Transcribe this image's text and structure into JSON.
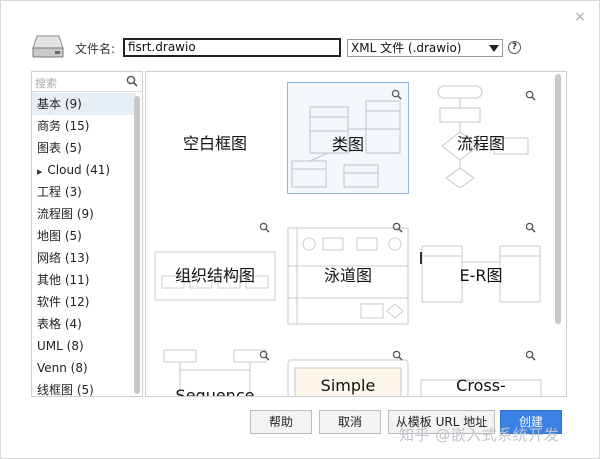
{
  "dialog": {
    "close_glyph": "×",
    "filename_label": "文件名:",
    "filename_value": "fisrt.drawio",
    "format_value": "XML 文件 (.drawio)",
    "help_glyph": "?"
  },
  "sidebar": {
    "search_placeholder": "搜索",
    "items": [
      {
        "label": "基本 (9)"
      },
      {
        "label": "商务 (15)"
      },
      {
        "label": "图表 (5)"
      },
      {
        "label": "Cloud (41)"
      },
      {
        "label": "工程 (3)"
      },
      {
        "label": "流程图 (9)"
      },
      {
        "label": "地图 (5)"
      },
      {
        "label": "网络 (13)"
      },
      {
        "label": "其他 (11)"
      },
      {
        "label": "软件 (12)"
      },
      {
        "label": "表格 (4)"
      },
      {
        "label": "UML (8)"
      },
      {
        "label": "Venn (8)"
      },
      {
        "label": "线框图 (5)"
      }
    ]
  },
  "templates": {
    "tiles": [
      {
        "label": "空白框图"
      },
      {
        "label": "类图"
      },
      {
        "label": "流程图"
      },
      {
        "label": "组织结构图"
      },
      {
        "label": "泳道图"
      },
      {
        "label": "E-R图"
      },
      {
        "label": "Sequence"
      },
      {
        "label": "Simple"
      },
      {
        "label": "Cross-"
      }
    ]
  },
  "buttons": {
    "help": "帮助",
    "cancel": "取消",
    "from_url": "从模板 URL 地址",
    "create": "创建"
  },
  "watermark": "知乎 @嵌入式系统开发",
  "colors": {
    "accent": "#3c82e6",
    "selected_border": "#8eb7e8"
  }
}
